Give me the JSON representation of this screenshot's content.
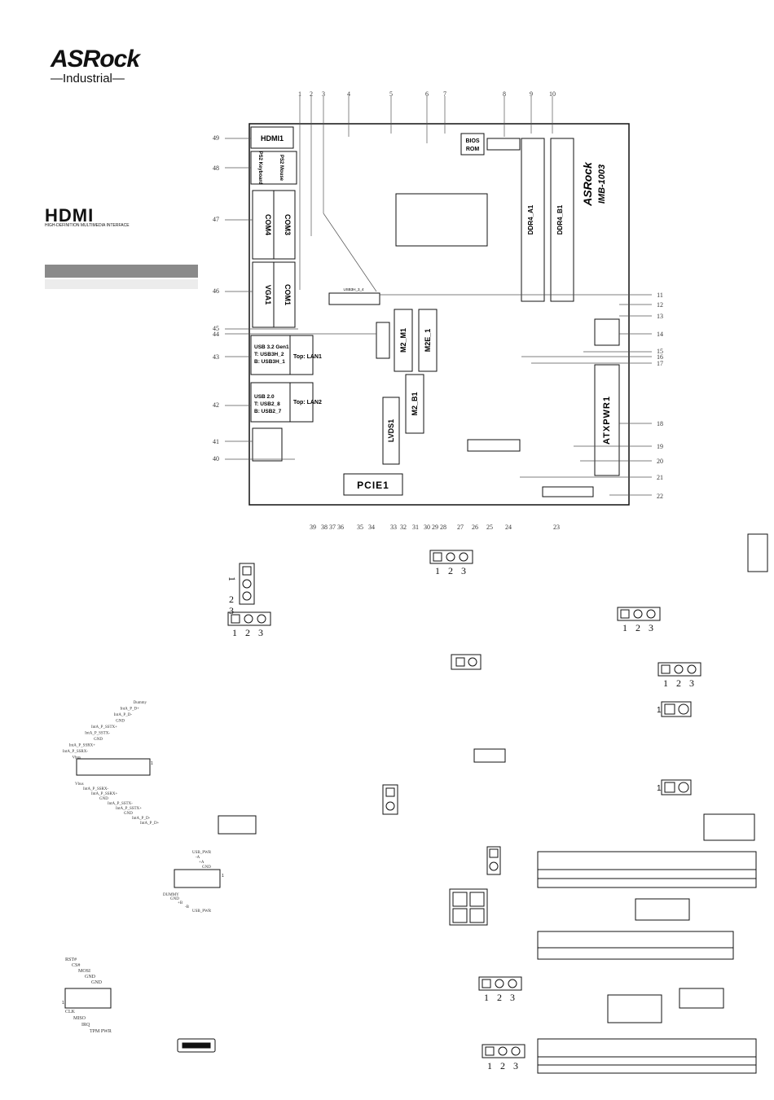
{
  "brand": {
    "logo": "ASRock",
    "sub": "Industrial",
    "hdmi_logo": "HDMI",
    "hdmi_tag": "HIGH-DEFINITION MULTIMEDIA INTERFACE",
    "board_logo": "ASRock",
    "board_model": "IMB-1003"
  },
  "callouts_top": [
    "1",
    "2",
    "3",
    "4",
    "5",
    "6",
    "7",
    "8",
    "9",
    "10"
  ],
  "callouts_right": [
    "11",
    "12",
    "13",
    "14",
    "15",
    "16",
    "17",
    "18",
    "19",
    "20",
    "21",
    "22"
  ],
  "callouts_bottom": [
    "23",
    "24",
    "25",
    "26",
    "27",
    "28",
    "29",
    "30",
    "31",
    "32",
    "33",
    "34",
    "35",
    "36",
    "37",
    "38",
    "39"
  ],
  "callouts_left": [
    "40",
    "41",
    "42",
    "43",
    "44",
    "45",
    "46",
    "47",
    "48",
    "49"
  ],
  "board": {
    "hdmi1": "HDMI1",
    "ps2_kb": "PS2 Keyboard",
    "ps2_mouse": "PS2 Mouse",
    "com4": "COM4",
    "com3": "COM3",
    "vga1": "VGA1",
    "com1": "COM1",
    "usb32_lines": [
      "USB 3.2 Gen1",
      "T: USB3H_2",
      "B: USB3H_1"
    ],
    "lan1": "Top: LAN1",
    "usb20_lines": [
      "USB 2.0",
      "T: USB2_8",
      "B: USB2_7"
    ],
    "lan2": "Top: LAN2",
    "bios": "BIOS ROM",
    "ddr4_a1": "DDR4_A1",
    "ddr4_b1": "DDR4_B1",
    "m2_m1": "M2_M1",
    "m2e_1": "M2E_1",
    "m2_b1": "M2_B1",
    "lvds1": "LVDS1",
    "pcie1": "PCIE1",
    "atxpwr1": "ATXPWR1",
    "usb3h": "USB3H_3_4"
  },
  "pins": {
    "one": "1",
    "two": "2",
    "three": "3"
  },
  "usb3_header": {
    "top": [
      "Dummy",
      "IntA_P_D+",
      "IntA_P_D-",
      "GND",
      "IntA_P_SSTX+",
      "IntA_P_SSTX-",
      "GND",
      "IntA_P_SSRX+",
      "IntA_P_SSRX-",
      "Vbus"
    ],
    "bottom": [
      "Vbus",
      "IntA_P_SSRX-",
      "IntA_P_SSRX+",
      "GND",
      "IntA_P_SSTX-",
      "IntA_P_SSTX+",
      "GND",
      "IntA_P_D-",
      "IntA_P_D+"
    ]
  },
  "usb2_header": {
    "top": [
      "USB_PWR",
      "-A",
      "+A",
      "GND"
    ],
    "bottom": [
      "DUMMY",
      "GND",
      "+B",
      "-B",
      "USB_PWR"
    ]
  },
  "tpm_header": {
    "top": [
      "RST#",
      "CS#",
      "MOSI",
      "GND",
      "GND"
    ],
    "bottom": [
      "TPM PWR",
      "IRQ",
      "MISO",
      "CLK"
    ]
  }
}
